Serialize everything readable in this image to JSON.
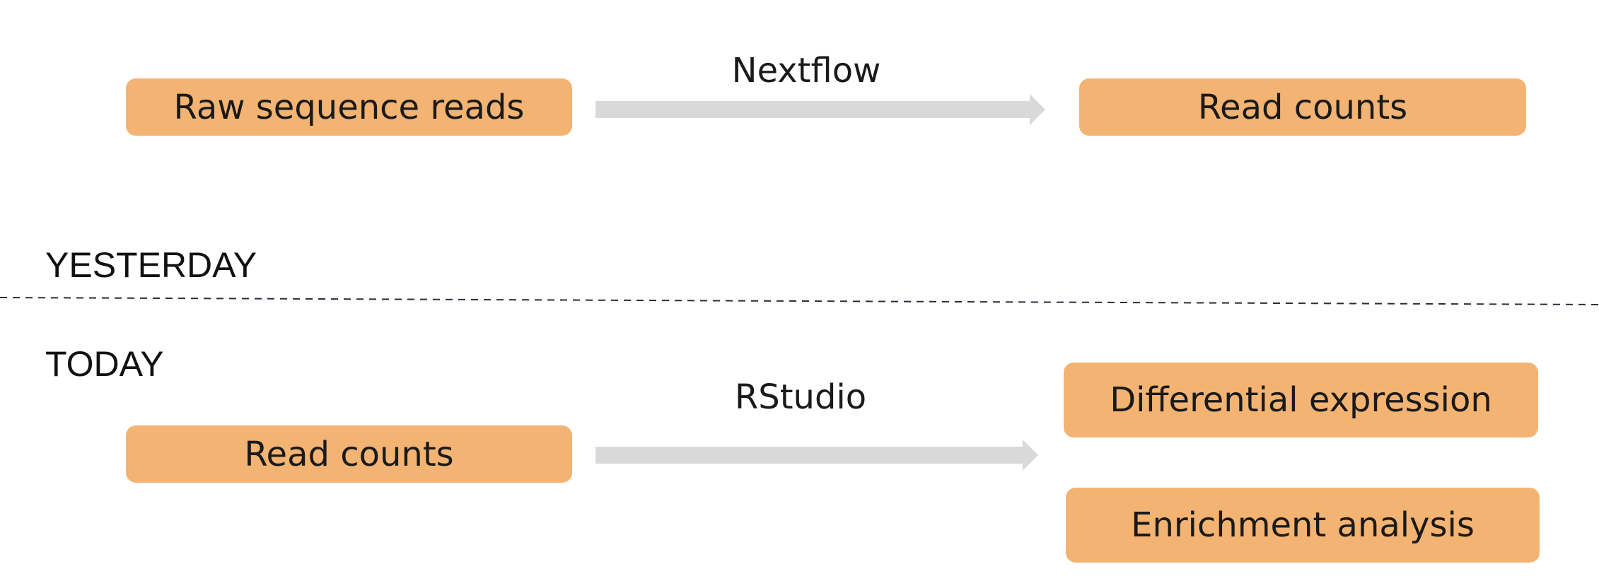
{
  "colors": {
    "box_fill": "#F3B372",
    "arrow_fill": "#D9D9D9",
    "divider": "#2b2b3a"
  },
  "top_flow": {
    "source": "Raw sequence reads",
    "tool": "Nextflow",
    "target": "Read counts"
  },
  "sections": {
    "before": "YESTERDAY",
    "after": "TODAY"
  },
  "bottom_flow": {
    "source": "Read counts",
    "tool": "RStudio",
    "targets": [
      "Differential expression",
      "Enrichment analysis"
    ]
  }
}
